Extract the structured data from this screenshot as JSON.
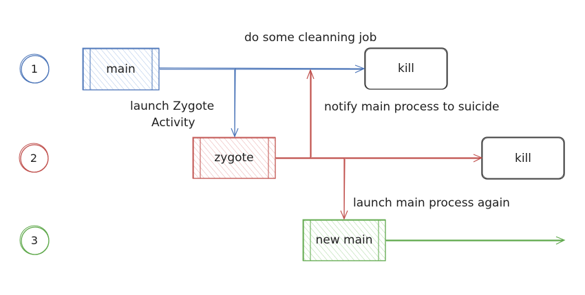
{
  "steps": [
    {
      "label": "1",
      "color": "#4a74b8"
    },
    {
      "label": "2",
      "color": "#c0504d"
    },
    {
      "label": "3",
      "color": "#5ea84a"
    }
  ],
  "nodes": {
    "main": {
      "label": "main",
      "stroke": "#4a74b8",
      "fill": "#dbe7f5"
    },
    "zygote": {
      "label": "zygote",
      "stroke": "#c0504d",
      "fill": "#f5dddd"
    },
    "new_main": {
      "label": "new main",
      "stroke": "#5ea84a",
      "fill": "#def2d8"
    },
    "kill_1": {
      "label": "kill",
      "stroke": "#333333"
    },
    "kill_2": {
      "label": "kill",
      "stroke": "#333333"
    }
  },
  "labels": {
    "cleaning": "do some cleanning job",
    "launch_zygote_line1": "launch Zygote",
    "launch_zygote_line2": "Activity",
    "notify": "notify main process to suicide",
    "launch_main_again": "launch main process again"
  }
}
